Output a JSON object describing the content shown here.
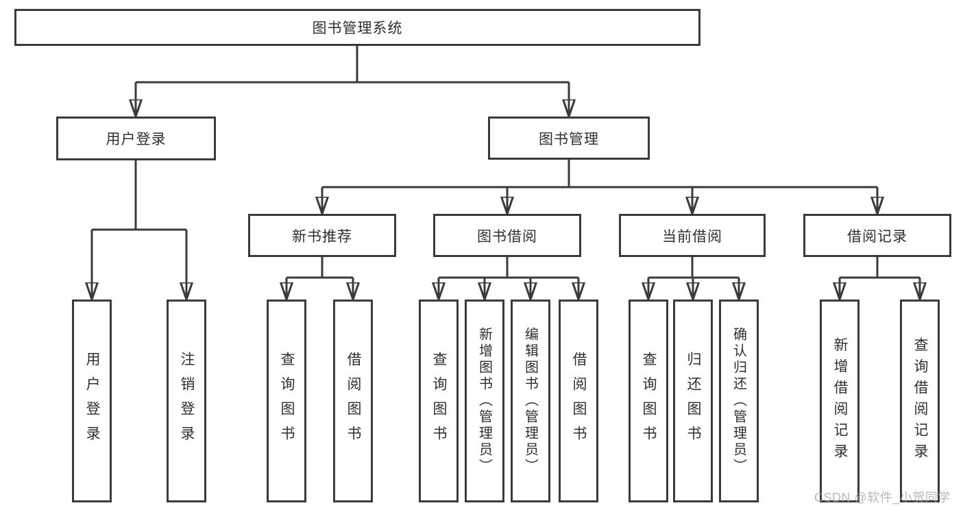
{
  "watermark": "CSDN @软件_小贺同学",
  "colors": {
    "background": "#ffffff",
    "line": "#3a3a3a",
    "box_border": "#3a3a3a",
    "text": "#2f2f2f",
    "watermark": "#a6a6a6"
  },
  "tree": {
    "root": "图书管理系统",
    "branches": [
      {
        "label": "用户登录",
        "children": [
          "用户登录",
          "注销登录"
        ]
      },
      {
        "label": "图书管理",
        "groups": [
          {
            "label": "新书推荐",
            "children": [
              "查询图书",
              "借阅图书"
            ]
          },
          {
            "label": "图书借阅",
            "children": [
              "查询图书",
              "新增图书（管理员）",
              "编辑图书（管理员）",
              "借阅图书"
            ]
          },
          {
            "label": "当前借阅",
            "children": [
              "查询图书",
              "归还图书",
              "确认归还（管理员）"
            ]
          },
          {
            "label": "借阅记录",
            "children": [
              "新增借阅记录",
              "查询借阅记录"
            ]
          }
        ]
      }
    ]
  }
}
